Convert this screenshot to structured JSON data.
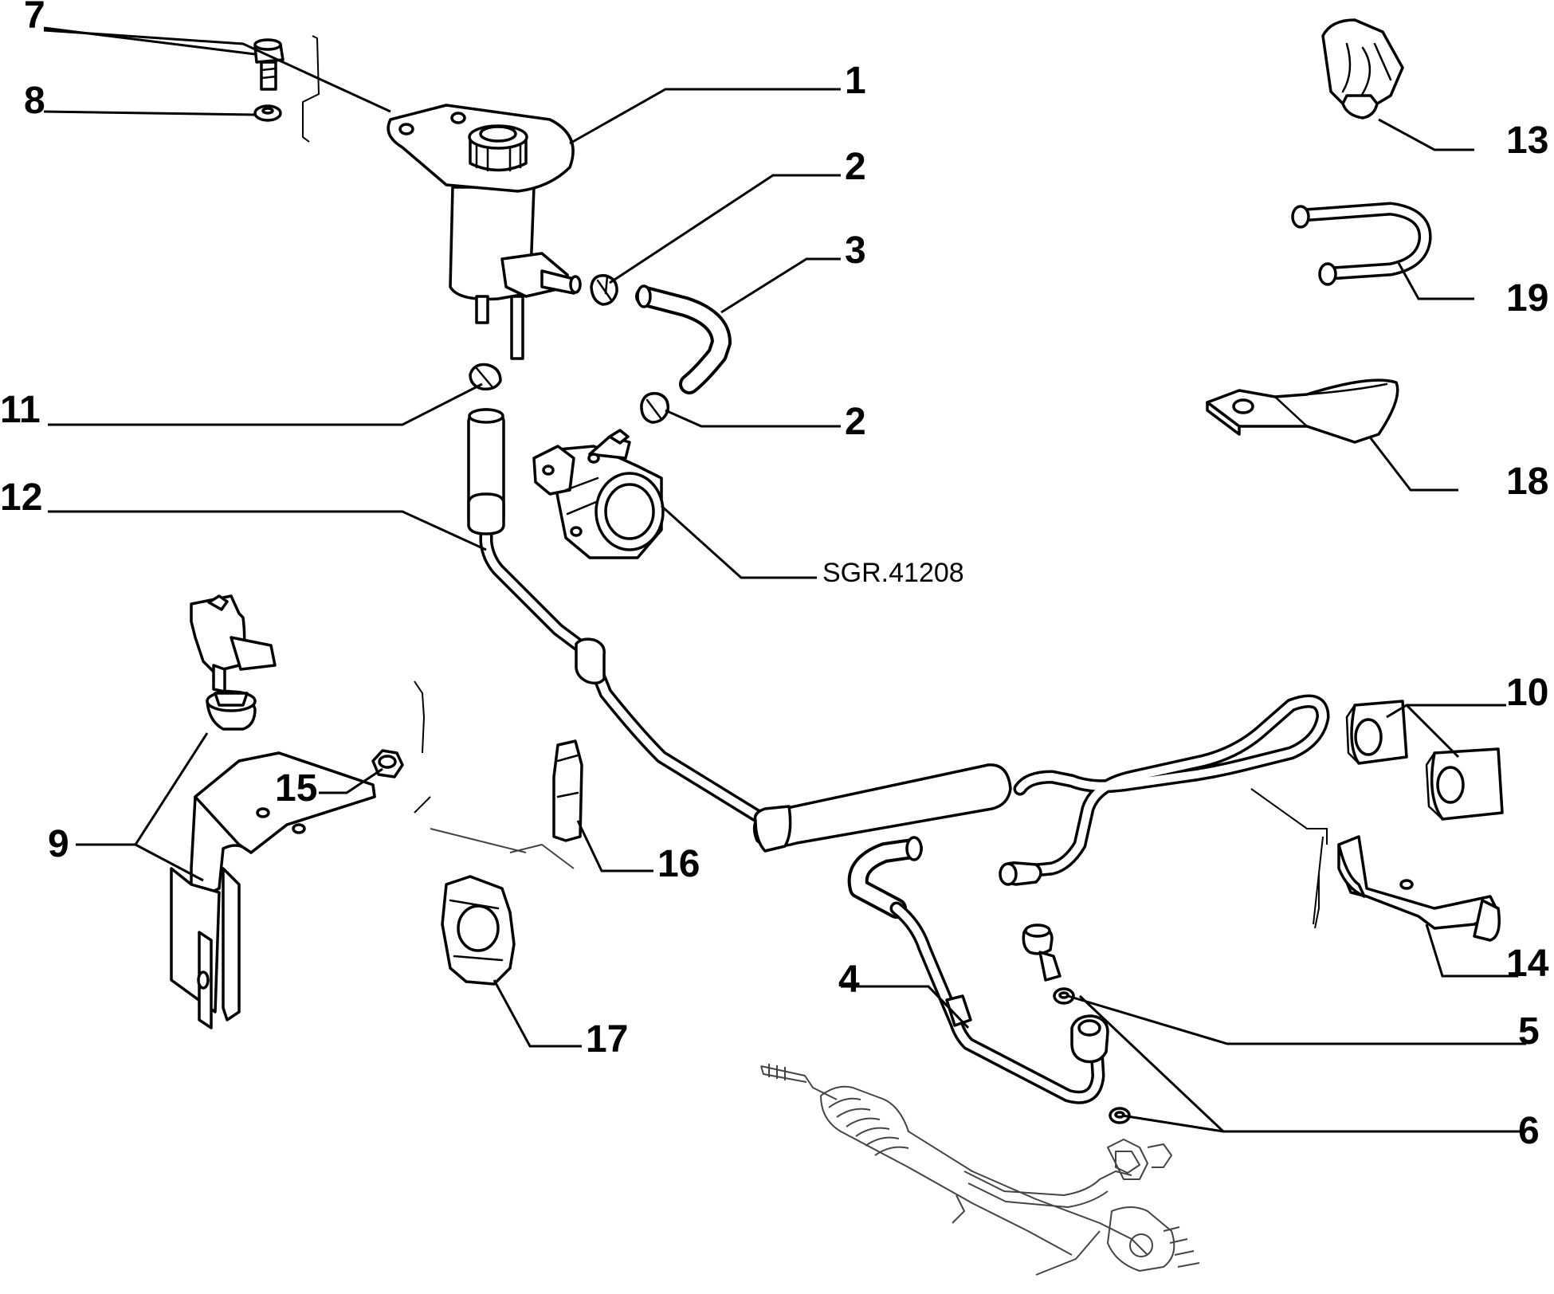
{
  "labels": {
    "l1": "1",
    "l2a": "2",
    "l2b": "2",
    "l3": "3",
    "l4": "4",
    "l5": "5",
    "l6": "6",
    "l7": "7",
    "l8": "8",
    "l9": "9",
    "l10": "10",
    "l11": "11",
    "l12": "12",
    "l13": "13",
    "l14": "14",
    "l15": "15",
    "l16": "16",
    "l17": "17",
    "l18": "18",
    "l19": "19"
  },
  "ref_code": "SGR.41208"
}
